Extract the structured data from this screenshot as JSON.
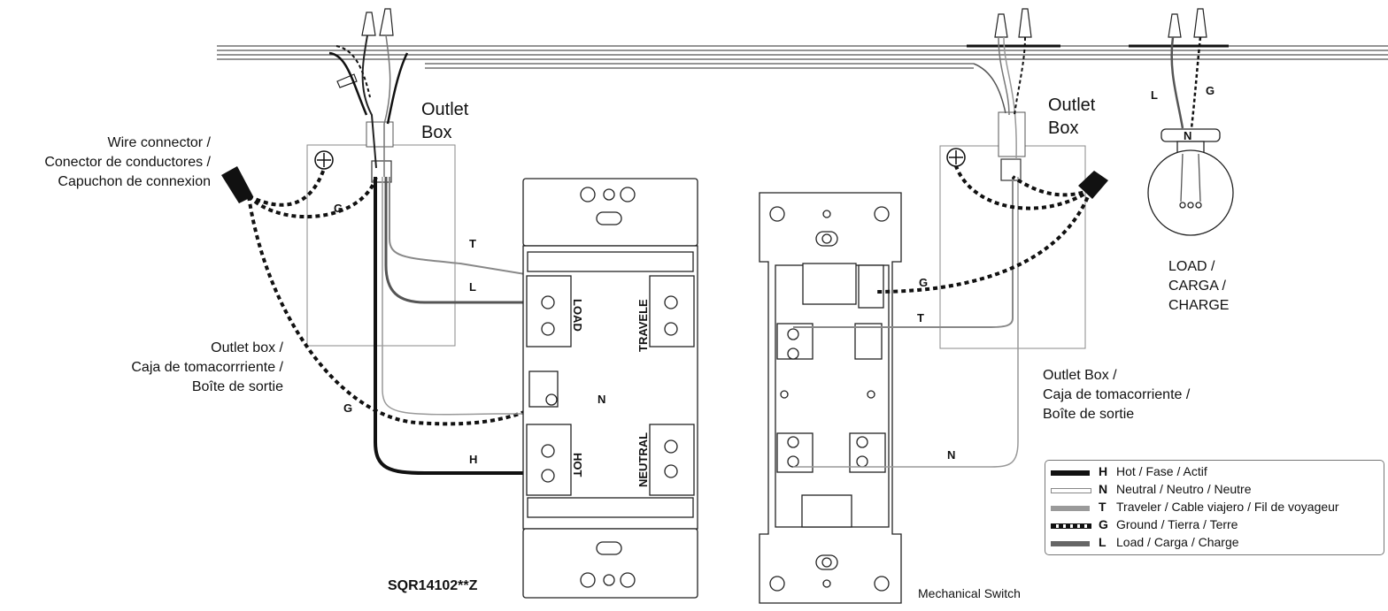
{
  "labels": {
    "outlet_box_left": [
      "Outlet",
      "Box"
    ],
    "outlet_box_right": [
      "Outlet",
      "Box"
    ],
    "wire_connector": [
      "Wire connector /",
      "Conector de conductores /",
      "Capuchon de connexion"
    ],
    "outlet_box_label_left": [
      "Outlet box /",
      "Caja de tomacorrriente /",
      "Boîte de sortie"
    ],
    "outlet_box_label_right": [
      "Outlet Box /",
      "Caja de tomacorriente /",
      "Boîte de sortie"
    ],
    "load": [
      "LOAD /",
      "CARGA /",
      "CHARGE"
    ],
    "model": "SQR14102**Z",
    "mechanical_switch": "Mechanical Switch"
  },
  "wire_letters": {
    "g_top_left": "G",
    "t_left": "T",
    "l_left": "L",
    "g_lower_left": "G",
    "n_mid": "N",
    "h_left": "H",
    "g_right": "G",
    "t_right": "T",
    "n_right": "N",
    "l_fixture": "L",
    "g_fixture": "G",
    "n_fixture": "N"
  },
  "terminals": {
    "load": "LOAD",
    "traveler": "TRAVELE",
    "hot": "HOT",
    "neutral": "NEUTRAL"
  },
  "legend": [
    {
      "letter": "H",
      "text": "Hot / Fase / Actif",
      "style": "hot",
      "color": "#111111"
    },
    {
      "letter": "N",
      "text": "Neutral / Neutro / Neutre",
      "style": "neutral",
      "color": "#888888"
    },
    {
      "letter": "T",
      "text": "Traveler / Cable viajero / Fil de voyageur",
      "style": "traveler",
      "color": "#9a9a9a"
    },
    {
      "letter": "G",
      "text": "Ground / Tierra / Terre",
      "style": "ground",
      "color": "#111111"
    },
    {
      "letter": "L",
      "text": "Load / Carga / Charge",
      "style": "load",
      "color": "#666666"
    }
  ]
}
